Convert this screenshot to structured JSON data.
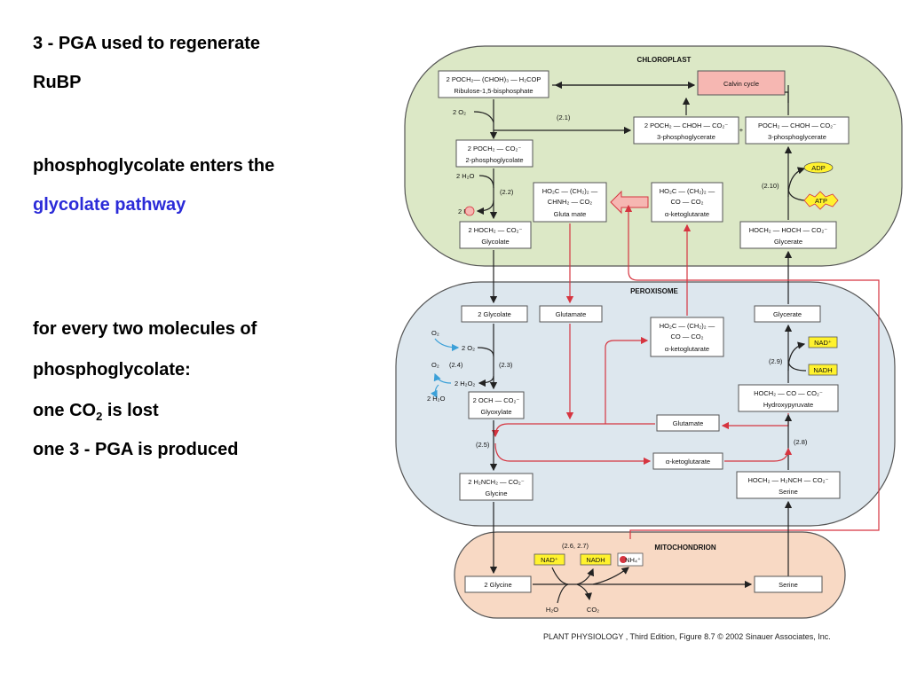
{
  "slide": {
    "line1": "3 - PGA used to regenerate",
    "line2": "RuBP",
    "line3": "phosphoglycolate enters the",
    "line4": "glycolate pathway",
    "line5": "for every two molecules of",
    "line6": "phosphoglycolate:",
    "line7_a": "one CO",
    "line7_sub": "2",
    "line7_b": " is lost",
    "line8": "one 3 - PGA is produced"
  },
  "compartments": {
    "chloroplast": "CHLOROPLAST",
    "peroxisome": "PEROXISOME",
    "mitochondrion": "MITOCHONDRION"
  },
  "chloroplast": {
    "rubp_formula": "2 POCH₂— (CHOH)₃ — H₂COP",
    "rubp_name": "Ribulose-1,5-bisphosphate",
    "calvin": "Calvin cycle",
    "o2": "2 O₂",
    "step21": "(2.1)",
    "pga1_formula": "2 POCH₂ — CHOH — CO₂⁻",
    "pga1_name": "3-phosphoglycerate",
    "plus": "+",
    "pga2_formula": "POCH₂ — CHOH — CO₂⁻",
    "pga2_name": "3-phosphoglycerate",
    "pglyc_formula": "2 POCH₂ — CO₂⁻",
    "pglyc_name": "2-phosphoglycolate",
    "h2o": "2 H₂O",
    "step22": "(2.2)",
    "pi": "2 Pi",
    "glu_formula1": "HO₂C — (CH₂)₂ —",
    "glu_formula2": "CHNH₂ — CO₂",
    "glu_name": "Gluta mate",
    "akg_formula1": "HO₂C — (CH₂)₂ —",
    "akg_formula2": "CO — CO₂",
    "akg_name": "α-ketoglutarate",
    "adp": "ADP",
    "atp": "ATP",
    "step210": "(2.10)",
    "glyc_formula": "2 HOCH₂ — CO₂⁻",
    "glyc_name": "Glycolate",
    "glycerate_formula": "HOCH₂ — HOCH — CO₂⁻",
    "glycerate_name": "Glycerate"
  },
  "peroxisome": {
    "glycolate": "2 Glycolate",
    "glutamate": "Glutamate",
    "akg_formula1": "HO₂C — (CH₂)₂ —",
    "akg_formula2": "CO — CO₂",
    "akg_name": "α-ketoglutarate",
    "glycerate": "Glycerate",
    "o2_a": "O₂",
    "o2_b": "2 O₂",
    "o2_c": "O₂",
    "step24": "(2.4)",
    "step23": "(2.3)",
    "h2o2": "2 H₂O₂",
    "h2o": "2 H₂O",
    "nadp": "NAD⁺",
    "nadh": "NADH",
    "step29": "(2.9)",
    "glyox_formula": "2 OCH — CO₂⁻",
    "glyox_name": "Glyoxylate",
    "hpyr_formula": "HOCH₂ — CO — CO₂⁻",
    "hpyr_name": "Hydroxypyruvate",
    "glutamate2": "Glutamate",
    "step25": "(2.5)",
    "step28": "(2.8)",
    "akg2": "α-ketoglutarate",
    "glycine_formula": "2 H₂NCH₂ — CO₂⁻",
    "glycine_name": "Glycine",
    "serine_formula": "HOCH₂ — H₂NCH — CO₂⁻",
    "serine_name": "Serine"
  },
  "mitochondrion": {
    "step": "(2.6, 2.7)",
    "nadp": "NAD⁺",
    "nadh": "NADH",
    "nh4": "NH₄⁺",
    "glycine": "2 Glycine",
    "serine": "Serine",
    "h2o": "H₂O",
    "co2": "CO₂"
  },
  "credit": "PLANT PHYSIOLOGY , Third Edition, Figure 8.7  © 2002 Sinauer Associates, Inc.",
  "colors": {
    "chloroplast_fill": "#dce8c6",
    "peroxisome_fill": "#dde7ee",
    "mitochondrion_fill": "#f8d9c4",
    "calvin_fill": "#f6b7b2",
    "cofactor_yellow": "#fff22e",
    "red_arrow": "#d63540",
    "blue_arrow": "#3ba0d8",
    "slide_blue": "#2b2bd8"
  }
}
